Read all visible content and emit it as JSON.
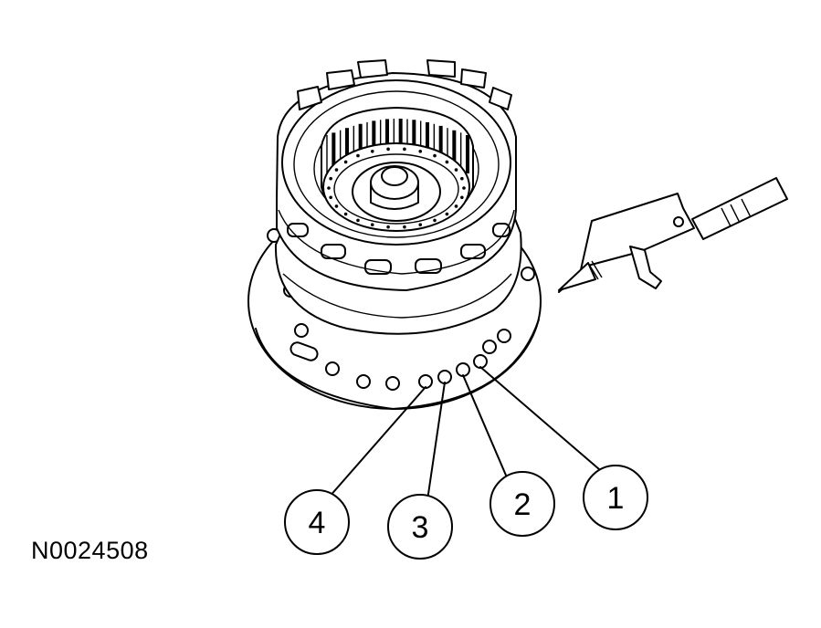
{
  "figure": {
    "id_label": "N0024508"
  },
  "callouts": [
    {
      "label": "1"
    },
    {
      "label": "2"
    },
    {
      "label": "3"
    },
    {
      "label": "4"
    }
  ],
  "parts": [
    {
      "name": "case-flange"
    },
    {
      "name": "clutch-drum"
    },
    {
      "name": "air-nozzle"
    }
  ]
}
